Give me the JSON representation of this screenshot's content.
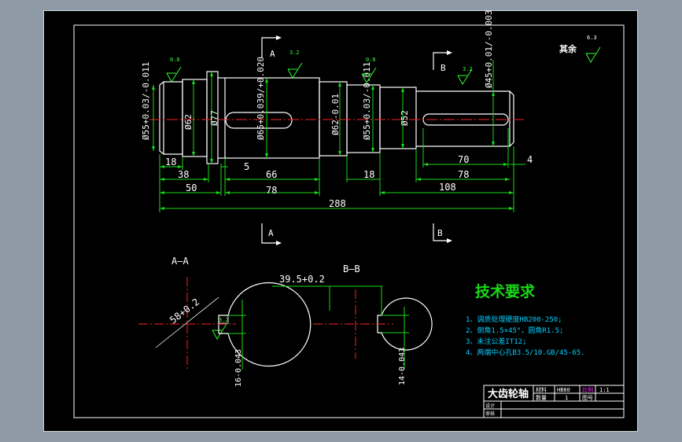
{
  "drawing": {
    "colors": {
      "background": "#000000",
      "frame": "#ffffff",
      "outline": "#ffffff",
      "dimension": "#19d919",
      "centerline": "#ff2020",
      "hatch_notes": "#00cfff",
      "roughness": "#2cff2c",
      "accent": "#ff2cff",
      "window_gray": "#8e9aa6"
    },
    "section_marks": {
      "a_top": "A",
      "a_bottom": "A",
      "b_top": "B",
      "b_bottom": "B"
    },
    "roughness": {
      "r1": "0.8",
      "r2": "3.2",
      "r3": "0.8",
      "r4": "3.2",
      "other_label": "其余",
      "other_value": "6.3",
      "aa_key": "3.2"
    },
    "diameters": {
      "d55_left": "Ø55+0.03/-0.011",
      "d62_left": "Ø62",
      "d77": "Ø77",
      "d65": "Ø65+0.039/+0.020",
      "d62_mid": "Ø62-0.01",
      "d55_right": "Ø55+0.03/-0.011",
      "d52": "Ø52",
      "d45": "Ø45+0.01/-0.003"
    },
    "lengths": {
      "l18_left": "18",
      "l38": "38",
      "l5": "5",
      "l66": "66",
      "l50": "50",
      "l78_left": "78",
      "l18_right": "18",
      "l70": "70",
      "l78_right": "78",
      "l4": "4",
      "l108": "108",
      "l288": "288"
    },
    "sections": {
      "aa_title": "A—A",
      "bb_title": "B—B",
      "aa_dim": "58+0.2",
      "aa_key_width": "16-0.043",
      "bb_dim": "39.5+0.2",
      "bb_key_width": "14-0.043"
    },
    "requirements": {
      "title": "技术要求",
      "items": [
        "1、调质处理硬度HB200-250;",
        "2、倒角1.5×45°，圆角R1.5;",
        "3、未注公差IT12;",
        "4、两端中心孔B3.5/10.GB/45-65."
      ]
    },
    "title_block": {
      "part_name": "大齿轮轴",
      "material_label": "材料",
      "material_value": "HB80",
      "qty_label": "数量",
      "qty_value": "1",
      "scale_label": "比例",
      "scale_value": "1:1",
      "drawing_no_label": "图号",
      "designer_label": "设计",
      "checker_label": "审核"
    }
  }
}
